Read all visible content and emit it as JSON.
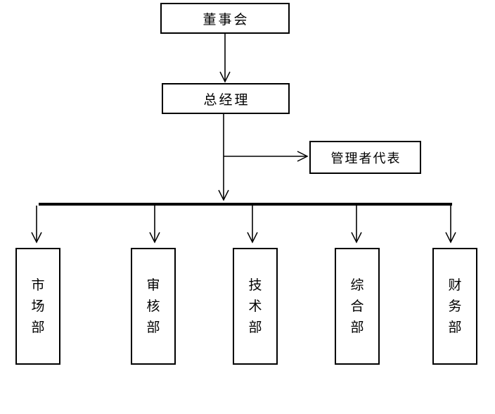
{
  "diagram": {
    "type": "org-chart",
    "background_color": "#ffffff",
    "line_color": "#000000",
    "nodes": {
      "board": {
        "label": "董事会"
      },
      "general_manager": {
        "label": "总经理"
      },
      "management_rep": {
        "label": "管理者代表"
      },
      "departments": [
        {
          "label": "市场部",
          "chars": [
            "市",
            "场",
            "部"
          ]
        },
        {
          "label": "审核部",
          "chars": [
            "审",
            "核",
            "部"
          ]
        },
        {
          "label": "技术部",
          "chars": [
            "技",
            "术",
            "部"
          ]
        },
        {
          "label": "综合部",
          "chars": [
            "综",
            "合",
            "部"
          ]
        },
        {
          "label": "财务部",
          "chars": [
            "财",
            "务",
            "部"
          ]
        }
      ]
    },
    "edges": [
      {
        "from": "董事会",
        "to": "总经理",
        "style": "arrow"
      },
      {
        "from": "总经理",
        "to": "管理者代表",
        "style": "arrow"
      },
      {
        "from": "总经理",
        "to": "市场部",
        "style": "trunk-arrow"
      },
      {
        "from": "总经理",
        "to": "审核部",
        "style": "trunk-arrow"
      },
      {
        "from": "总经理",
        "to": "技术部",
        "style": "trunk-arrow"
      },
      {
        "from": "总经理",
        "to": "综合部",
        "style": "trunk-arrow"
      },
      {
        "from": "总经理",
        "to": "财务部",
        "style": "trunk-arrow"
      }
    ]
  }
}
